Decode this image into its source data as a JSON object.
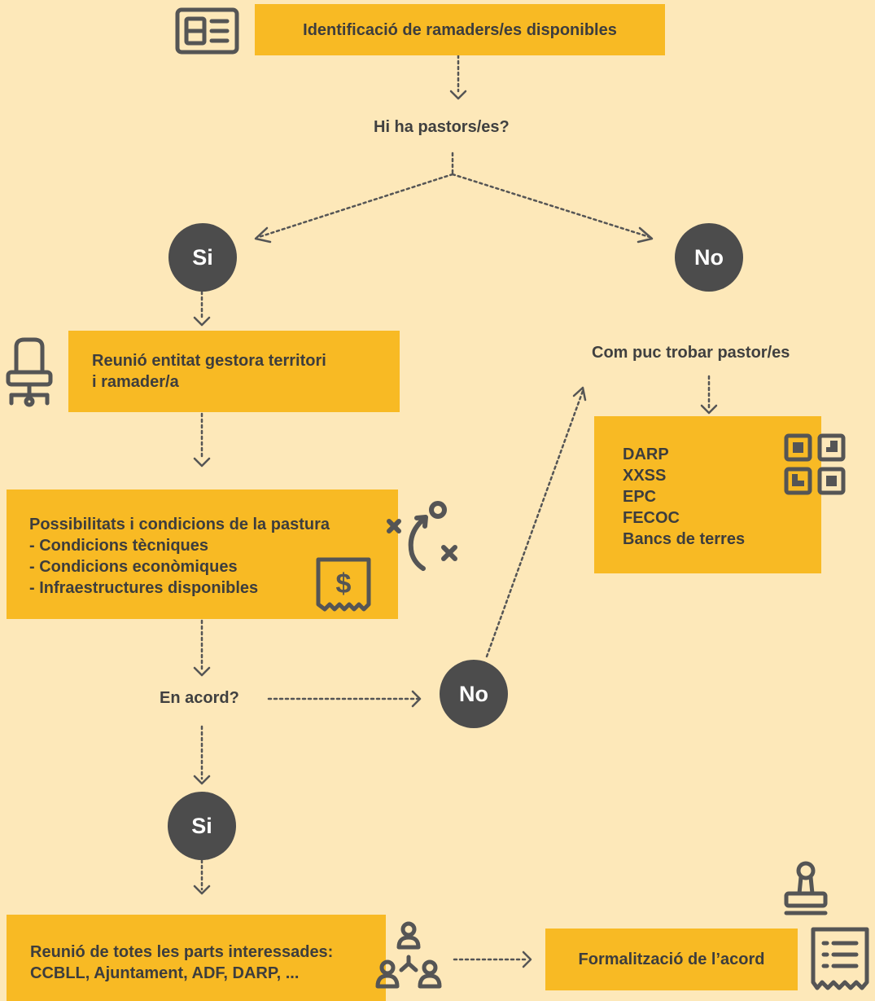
{
  "nodes": {
    "identify": "Identificació de ramaders/es disponibles",
    "question_pastors": "Hi ha pastors/es?",
    "yes_1": "Si",
    "no_1": "No",
    "meeting_1": [
      "Reunió entitat gestora territori",
      "i ramader/a"
    ],
    "find_pastor": "Com puc trobar pastor/es",
    "resources": [
      "DARP",
      "XXSS",
      "EPC",
      "FECOC",
      "Bancs de terres"
    ],
    "possibilities": [
      "Possibilitats i condicions de la pastura",
      "- Condicions tècniques",
      "- Condicions econòmiques",
      "- Infraestructures disponibles"
    ],
    "agreement_question": "En acord?",
    "no_2": "No",
    "yes_2": "Si",
    "meeting_all": [
      "Reunió de totes les parts interessades:",
      "CCBLL, Ajuntament, ADF, DARP, ..."
    ],
    "formalize": "Formalització de l’acord"
  },
  "icons": [
    "id-card-icon",
    "office-chair-icon",
    "strategy-play-icon",
    "receipt-dollar-icon",
    "qr-code-icon",
    "people-network-icon",
    "stamp-icon",
    "receipt-list-icon"
  ],
  "colors": {
    "background": "#fde8b9",
    "box": "#f8ba24",
    "circle": "#4c4c4c",
    "ink": "#404040"
  }
}
